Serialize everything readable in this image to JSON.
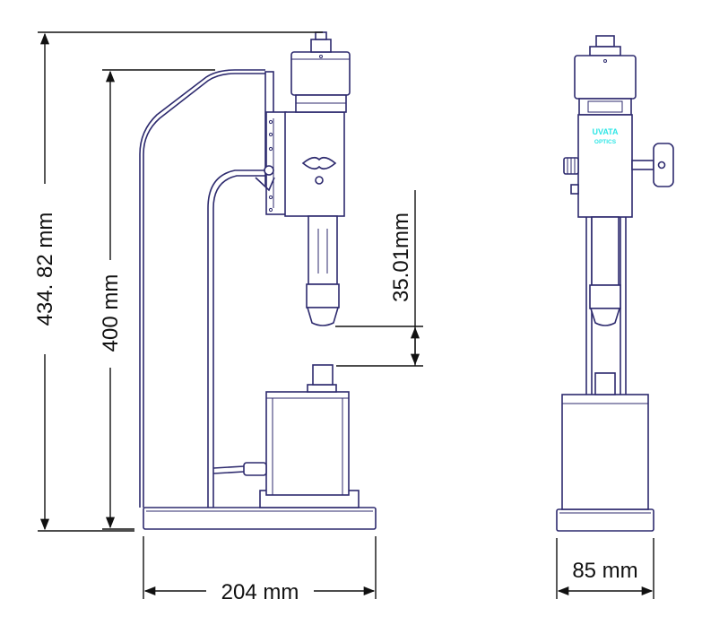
{
  "dimensions": {
    "total_height": "434. 82 mm",
    "frame_height": "400 mm",
    "gap": "35.01mm",
    "base_width": "204 mm",
    "front_width": "85 mm"
  },
  "brand": {
    "line1": "UVATA",
    "line2": "OPTICS",
    "color": "#2ee6e6"
  },
  "colors": {
    "outline": "#2d2a6e",
    "dimension": "#111111"
  }
}
